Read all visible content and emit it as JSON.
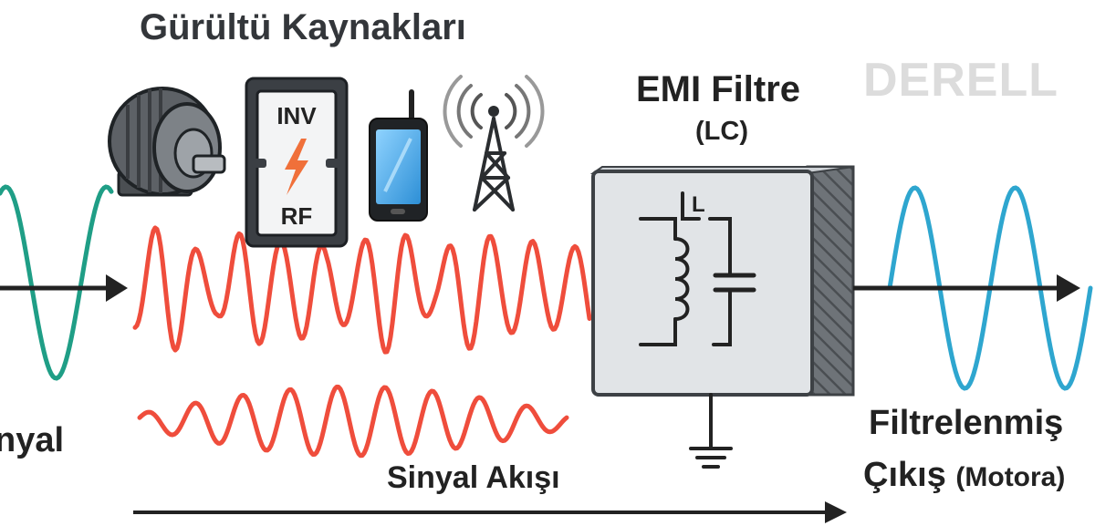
{
  "header": {
    "noise_sources_title": "Gürültü Kaynakları",
    "filter_title": "EMI Filtre",
    "filter_type": "(LC)",
    "brand": "DERELL"
  },
  "noise_sources": [
    {
      "name": "electric-motor-icon"
    },
    {
      "name": "inverter-rf-device",
      "top_label": "INV",
      "bottom_label": "RF"
    },
    {
      "name": "mobile-phone-icon"
    },
    {
      "name": "radio-tower-icon"
    }
  ],
  "filter": {
    "inductor_label": "L"
  },
  "labels": {
    "input_signal": "nyal",
    "signal_flow": "Sinyal Akışı",
    "output_line1": "Filtrelenmiş",
    "output_line2_main": "Çıkış",
    "output_line2_sub": "(Motora)"
  },
  "colors": {
    "input_wave": "#1f9e86",
    "noise_wave": "#ef4d3c",
    "output_wave": "#2ea6cf",
    "arrow": "#222222",
    "filter_box": "#e1e4e7",
    "filter_side": "#6e7378",
    "brand": "#dcdcdc"
  }
}
